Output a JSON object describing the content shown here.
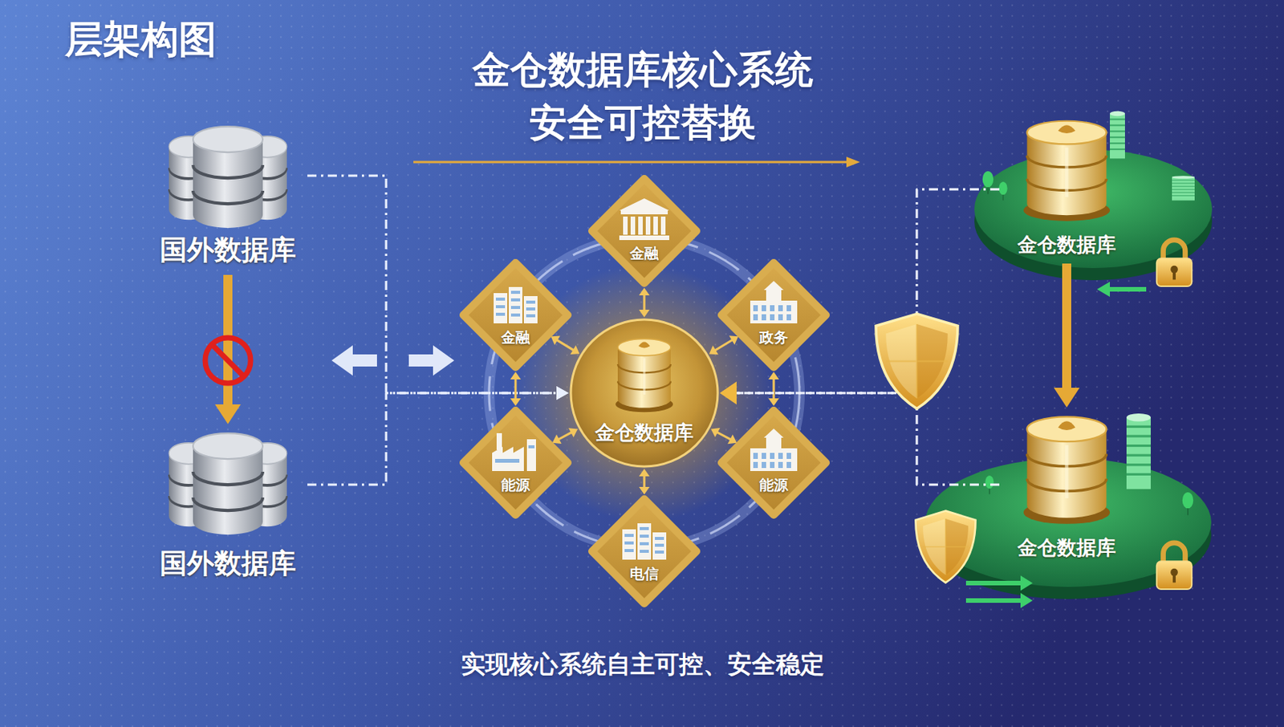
{
  "diagram": {
    "title": "金仓数据库核心系统 安全可控替换",
    "caption": "实现核心系统自主可控、安全稳定",
    "nodes": [
      {
        "text": [
          "国外数据库"
        ]
      },
      {
        "text": [
          "国外数据库"
        ]
      },
      {
        "text": [
          "金融"
        ]
      },
      {
        "text": [
          "金融"
        ]
      },
      {
        "text": [
          "政务"
        ]
      },
      {
        "text": [
          "金仓数据库"
        ]
      },
      {
        "text": [
          "能源"
        ]
      },
      {
        "text": [
          "能源"
        ]
      },
      {
        "text": [
          "电信"
        ]
      },
      {
        "text": [
          "金仓数据库"
        ]
      },
      {
        "text": [
          "金仓数据库"
        ]
      }
    ],
    "edges": [
      {
        "from": 0,
        "to": 1,
        "arrow": "to"
      },
      {
        "from": 0,
        "to": 5,
        "arrow": "to"
      },
      {
        "from": 1,
        "to": 5,
        "arrow": "to"
      },
      {
        "from": 5,
        "to": 2,
        "arrow": "both"
      },
      {
        "from": 5,
        "to": 3,
        "arrow": "both"
      },
      {
        "from": 5,
        "to": 4,
        "arrow": "both"
      },
      {
        "from": 5,
        "to": 6,
        "arrow": "both"
      },
      {
        "from": 5,
        "to": 7,
        "arrow": "both"
      },
      {
        "from": 5,
        "to": 8,
        "arrow": "both"
      },
      {
        "from": 3,
        "to": 6,
        "arrow": "both"
      },
      {
        "from": 4,
        "to": 7,
        "arrow": "both"
      },
      {
        "from": 9,
        "to": 10,
        "arrow": "to"
      },
      {
        "from": 9,
        "to": 5,
        "arrow": "to"
      },
      {
        "from": 10,
        "to": 5,
        "arrow": "to"
      }
    ],
    "labels": [
      "层架构图"
    ]
  }
}
